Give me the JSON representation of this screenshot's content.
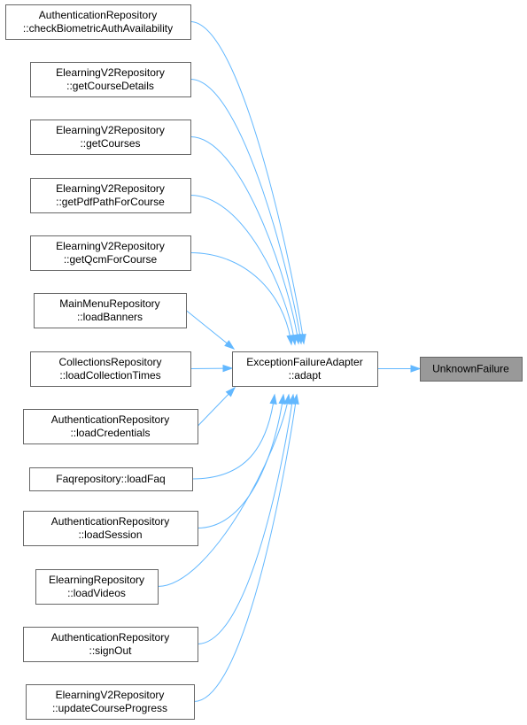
{
  "graph": {
    "center": {
      "lines": [
        "ExceptionFailureAdapter",
        "::adapt"
      ]
    },
    "target": {
      "lines": [
        "UnknownFailure"
      ]
    },
    "callers": [
      {
        "lines": [
          "AuthenticationRepository",
          "::checkBiometricAuthAvailability"
        ]
      },
      {
        "lines": [
          "ElearningV2Repository",
          "::getCourseDetails"
        ]
      },
      {
        "lines": [
          "ElearningV2Repository",
          "::getCourses"
        ]
      },
      {
        "lines": [
          "ElearningV2Repository",
          "::getPdfPathForCourse"
        ]
      },
      {
        "lines": [
          "ElearningV2Repository",
          "::getQcmForCourse"
        ]
      },
      {
        "lines": [
          "MainMenuRepository",
          "::loadBanners"
        ]
      },
      {
        "lines": [
          "CollectionsRepository",
          "::loadCollectionTimes"
        ]
      },
      {
        "lines": [
          "AuthenticationRepository",
          "::loadCredentials"
        ]
      },
      {
        "lines": [
          "Faqrepository::loadFaq"
        ]
      },
      {
        "lines": [
          "AuthenticationRepository",
          "::loadSession"
        ]
      },
      {
        "lines": [
          "ElearningRepository",
          "::loadVideos"
        ]
      },
      {
        "lines": [
          "AuthenticationRepository",
          "::signOut"
        ]
      },
      {
        "lines": [
          "ElearningV2Repository",
          "::updateCourseProgress"
        ]
      }
    ],
    "colors": {
      "edge": "#63b8ff",
      "node_border": "#666666",
      "target_fill": "#999999"
    }
  }
}
